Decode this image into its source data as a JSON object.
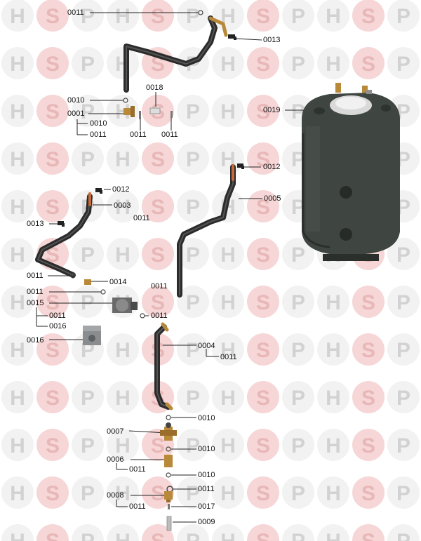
{
  "watermark": {
    "letters": [
      "H",
      "S",
      "P"
    ],
    "colors": {
      "circle": "#f2f2f2",
      "letter": "#d2d2d2",
      "accent": "#f6d6d6",
      "accent_letter": "#e8b7b7"
    }
  },
  "colors": {
    "pipe": "#2b2b2b",
    "pipe_highlight": "#555555",
    "brass": "#b9893a",
    "copper": "#c8693a",
    "tank": "#3f4540",
    "leader": "#222222"
  },
  "labels": {
    "p0011_top": "0011",
    "p0013_top": "0013",
    "p0010_a": "0010",
    "p0018": "0018",
    "p0001": "0001",
    "p0010_b": "0010",
    "p0011_b": "0011",
    "p0011_c": "0011",
    "p0011_d": "0011",
    "p0019": "0019",
    "p0012_right": "0012",
    "p0012_left": "0012",
    "p0005": "0005",
    "p0003": "0003",
    "p0013_left": "0013",
    "p0011_mid": "0011",
    "p0011_e": "0011",
    "p0014": "0014",
    "p0011_f": "0011",
    "p0011_g": "0011",
    "p0015": "0015",
    "p0011_h": "0011",
    "p0011_i": "0011",
    "p0016_a": "0016",
    "p0016_b": "0016",
    "p0004": "0004",
    "p0011_j": "0011",
    "p0010_c": "0010",
    "p0007": "0007",
    "p0010_d": "0010",
    "p0006": "0006",
    "p0011_k": "0011",
    "p0010_e": "0010",
    "p0011_l": "0011",
    "p0008": "0008",
    "p0011_m": "0011",
    "p0017": "0017",
    "p0009": "0009"
  }
}
